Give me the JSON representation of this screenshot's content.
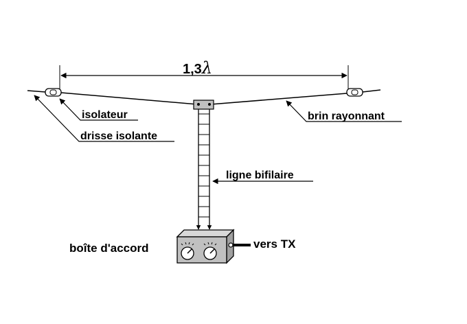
{
  "dimension": {
    "prefix": "1,3",
    "symbol": "λ"
  },
  "labels": {
    "isolateur": "isolateur",
    "drisse": "drisse isolante",
    "ligne": "ligne bifilaire",
    "brin": "brin rayonnant",
    "boite": "boîte d'accord",
    "vers_tx": "vers TX"
  },
  "colors": {
    "stroke": "#000000",
    "box_fill": "#c0c0c0",
    "background": "#ffffff"
  },
  "icons": {
    "insulator": "insulator-icon",
    "knob": "tuning-knob-icon"
  }
}
